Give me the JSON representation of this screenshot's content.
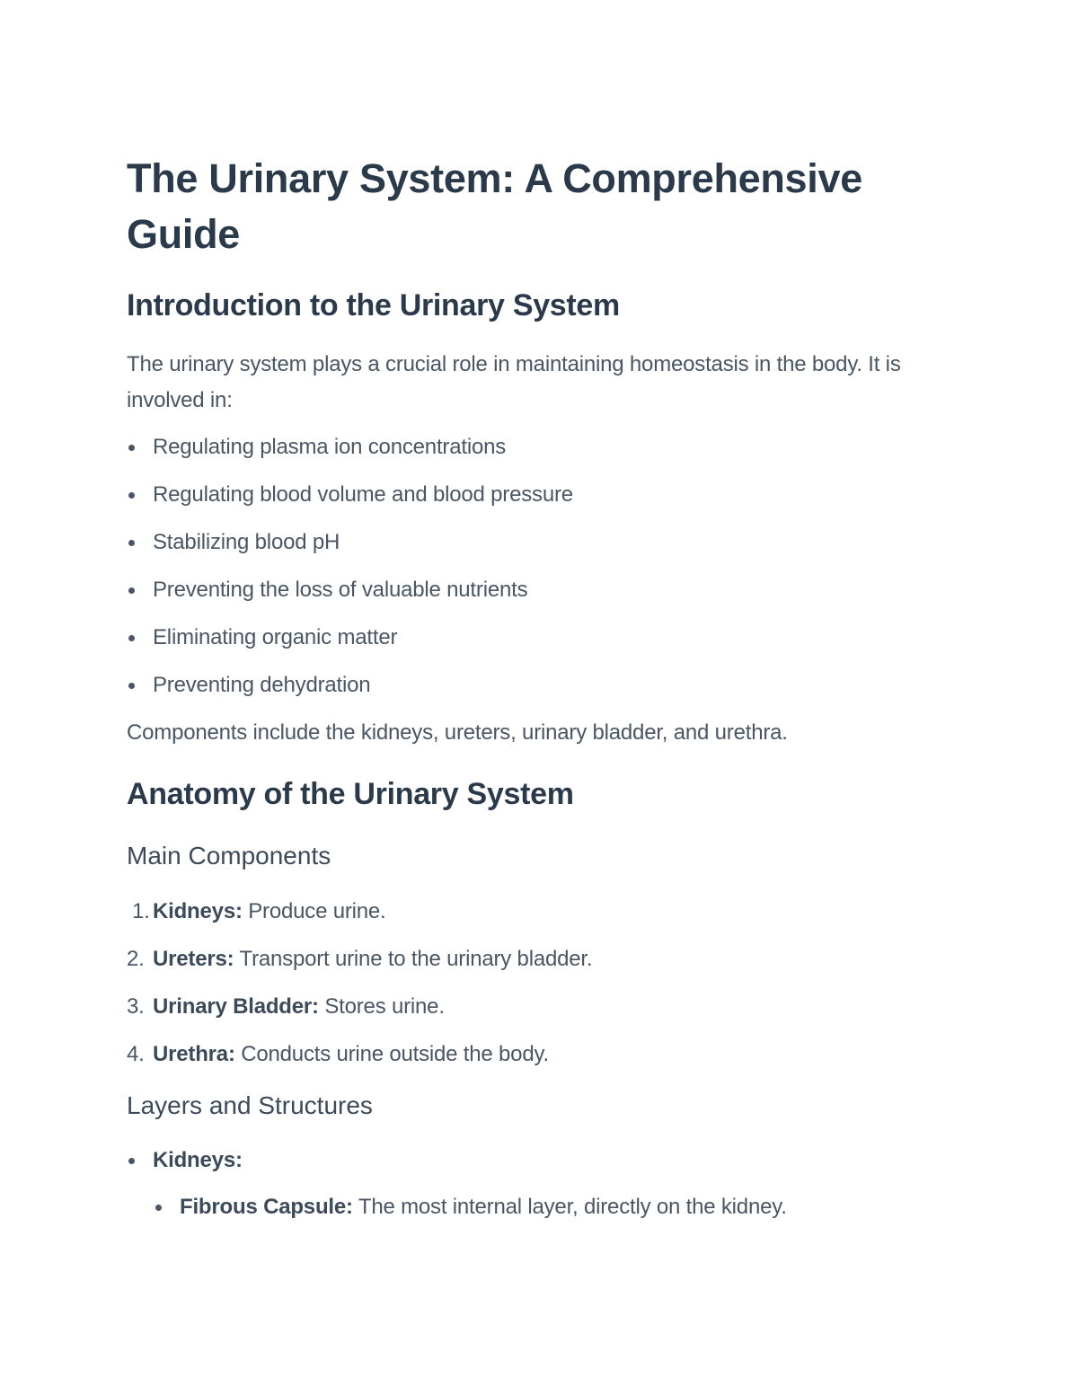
{
  "title": "The Urinary System: A Comprehensive Guide",
  "sections": {
    "intro": {
      "heading": "Introduction to the Urinary System",
      "paragraph": "The urinary system plays a crucial role in maintaining homeostasis in the body. It is involved in:",
      "functions": [
        "Regulating plasma ion concentrations",
        "Regulating blood volume and blood pressure",
        "Stabilizing blood pH",
        "Preventing the loss of valuable nutrients",
        "Eliminating organic matter",
        "Preventing dehydration"
      ],
      "components_note": "Components include the kidneys, ureters, urinary bladder, and urethra."
    },
    "anatomy": {
      "heading": "Anatomy of the Urinary System",
      "main_components": {
        "heading": "Main Components",
        "items": [
          {
            "number": "1.",
            "term": "Kidneys:",
            "desc": "Produce urine."
          },
          {
            "number": "2.",
            "term": "Ureters:",
            "desc": "Transport urine to the urinary bladder."
          },
          {
            "number": "3.",
            "term": "Urinary Bladder:",
            "desc": "Stores urine."
          },
          {
            "number": "4.",
            "term": "Urethra:",
            "desc": "Conducts urine outside the body."
          }
        ]
      },
      "layers": {
        "heading": "Layers and Structures",
        "items": [
          {
            "term": "Kidneys:",
            "sub": [
              {
                "term": "Fibrous Capsule:",
                "desc": "The most internal layer, directly on the kidney."
              }
            ]
          }
        ]
      }
    }
  },
  "colors": {
    "heading": "#2b3a4b",
    "body": "#4a5664",
    "background": "#ffffff"
  }
}
